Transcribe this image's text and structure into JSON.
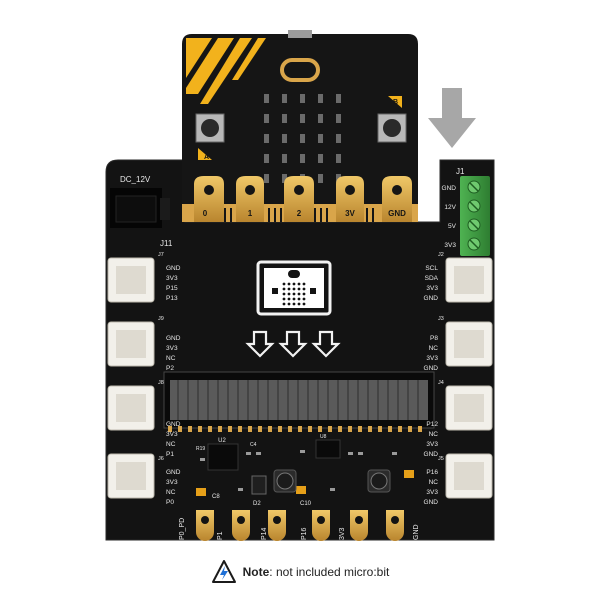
{
  "microbit": {
    "button_a": "A",
    "button_b": "B",
    "pads": [
      "0",
      "1",
      "2",
      "3V",
      "GND"
    ],
    "led_rows": 5,
    "led_cols": 5
  },
  "board": {
    "dc_label": "DC_12V",
    "j11_label": "J11",
    "j1_label": "J1",
    "j1_pins": [
      "GND",
      "12V",
      "5V",
      "3V3"
    ],
    "left_connectors": [
      {
        "id": "J7",
        "pins": [
          "GND",
          "3V3",
          "P15",
          "P13"
        ]
      },
      {
        "id": "J9",
        "pins": [
          "GND",
          "3V3",
          "NC",
          "P2"
        ]
      },
      {
        "id": "J8",
        "pins": [
          "GND",
          "3V3",
          "NC",
          "P1"
        ]
      },
      {
        "id": "J6",
        "pins": [
          "GND",
          "3V3",
          "NC",
          "P0"
        ]
      }
    ],
    "right_connectors": [
      {
        "id": "J2",
        "pins": [
          "SCL",
          "SDA",
          "3V3",
          "GND"
        ]
      },
      {
        "id": "J3",
        "pins": [
          "P8",
          "NC",
          "3V3",
          "GND"
        ]
      },
      {
        "id": "J4",
        "pins": [
          "P12",
          "NC",
          "3V3",
          "GND"
        ]
      },
      {
        "id": "J5",
        "pins": [
          "P16",
          "NC",
          "3V3",
          "GND"
        ]
      }
    ],
    "bottom_pads": [
      "P0_PD",
      "P1",
      "P14",
      "P16",
      "3V3",
      "GND"
    ],
    "component_labels": [
      "U2",
      "C8",
      "C10",
      "D2",
      "C4",
      "U8",
      "R19"
    ]
  },
  "note": {
    "bold": "Note",
    "text": ": not included micro:bit"
  },
  "colors": {
    "pcb": "#141414",
    "silk": "#e8e8e8",
    "gold": "#d9a54a",
    "yellow": "#f2b21c",
    "terminal_green": "#3c9a3e",
    "arrow_gray": "#a7a7a7"
  }
}
